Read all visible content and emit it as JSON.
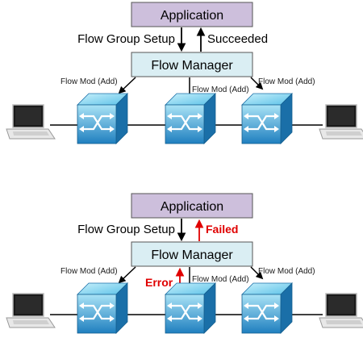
{
  "colors": {
    "application_fill": "#cdbfdc",
    "flow_manager_fill": "#daeef3",
    "box_stroke": "#555555",
    "error": "#e00000",
    "switch_light": "#7fd1ee",
    "switch_dark": "#1f7fbf"
  },
  "top": {
    "application": "Application",
    "flow_manager": "Flow Manager",
    "setup_label": "Flow Group Setup",
    "result_label": "Succeeded",
    "flow_mod_labels": [
      "Flow Mod (Add)",
      "Flow Mod (Add)",
      "Flow Mod (Add)"
    ]
  },
  "bottom": {
    "application": "Application",
    "flow_manager": "Flow Manager",
    "setup_label": "Flow Group Setup",
    "result_label": "Failed",
    "error_label": "Error",
    "flow_mod_labels": [
      "Flow Mod (Add)",
      "Flow Mod (Add)",
      "Flow Mod (Add)"
    ]
  },
  "icons": [
    "laptop-icon",
    "switch-icon"
  ]
}
